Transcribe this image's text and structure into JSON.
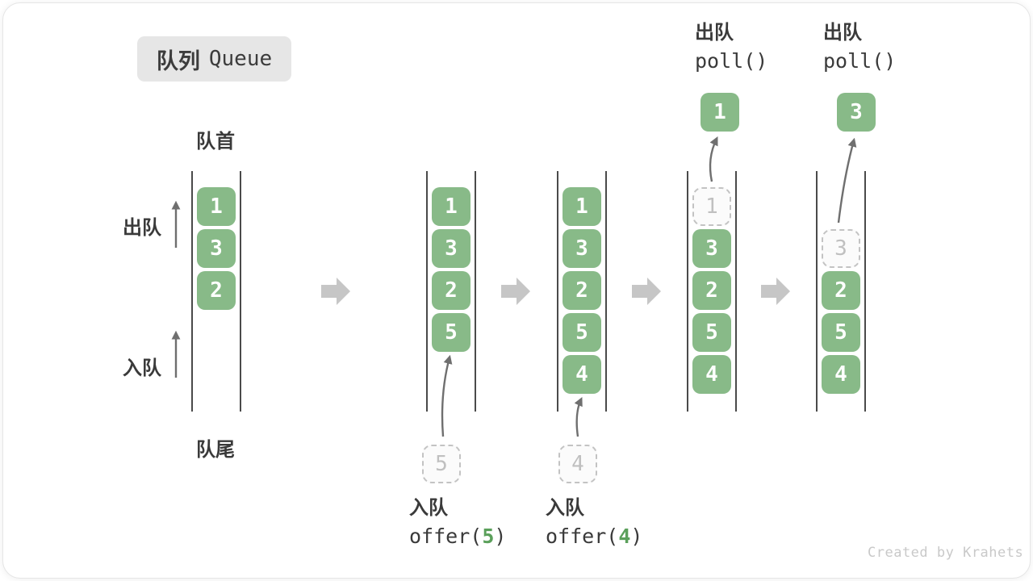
{
  "title_badge": {
    "zh": "队列",
    "en": "Queue"
  },
  "side_labels": {
    "front": "队首",
    "rear": "队尾",
    "dequeue": "出队",
    "enqueue": "入队"
  },
  "queues": [
    {
      "boxes": [
        "1",
        "3",
        "2"
      ]
    },
    {
      "boxes": [
        "1",
        "3",
        "2",
        "5"
      ],
      "pending": "5"
    },
    {
      "boxes": [
        "1",
        "3",
        "2",
        "5",
        "4"
      ],
      "pending": "4"
    },
    {
      "removed": "1",
      "boxes": [
        "3",
        "2",
        "5",
        "4"
      ],
      "popped": "1"
    },
    {
      "removed": "3",
      "boxes": [
        "2",
        "5",
        "4"
      ],
      "popped": "3"
    }
  ],
  "operations": {
    "enqueue5": {
      "label": "入队",
      "code_pre": "offer(",
      "arg": "5",
      "code_post": ")"
    },
    "enqueue4": {
      "label": "入队",
      "code_pre": "offer(",
      "arg": "4",
      "code_post": ")"
    },
    "poll_first": {
      "label": "出队",
      "code": "poll()"
    },
    "poll_second": {
      "label": "出队",
      "code": "poll()"
    }
  },
  "watermark": "Created by Krahets",
  "colors": {
    "box_green": "#88ba88",
    "code_arg_green": "#5ba05b",
    "block_arrow_gray": "#c6c6c6",
    "dashed_gray": "#c3c3c3",
    "wall_dark": "#4a4a4a",
    "text_dark": "#3c3c3c",
    "badge_bg": "#e6e6e6",
    "watermark_gray": "#c9c9c9"
  }
}
